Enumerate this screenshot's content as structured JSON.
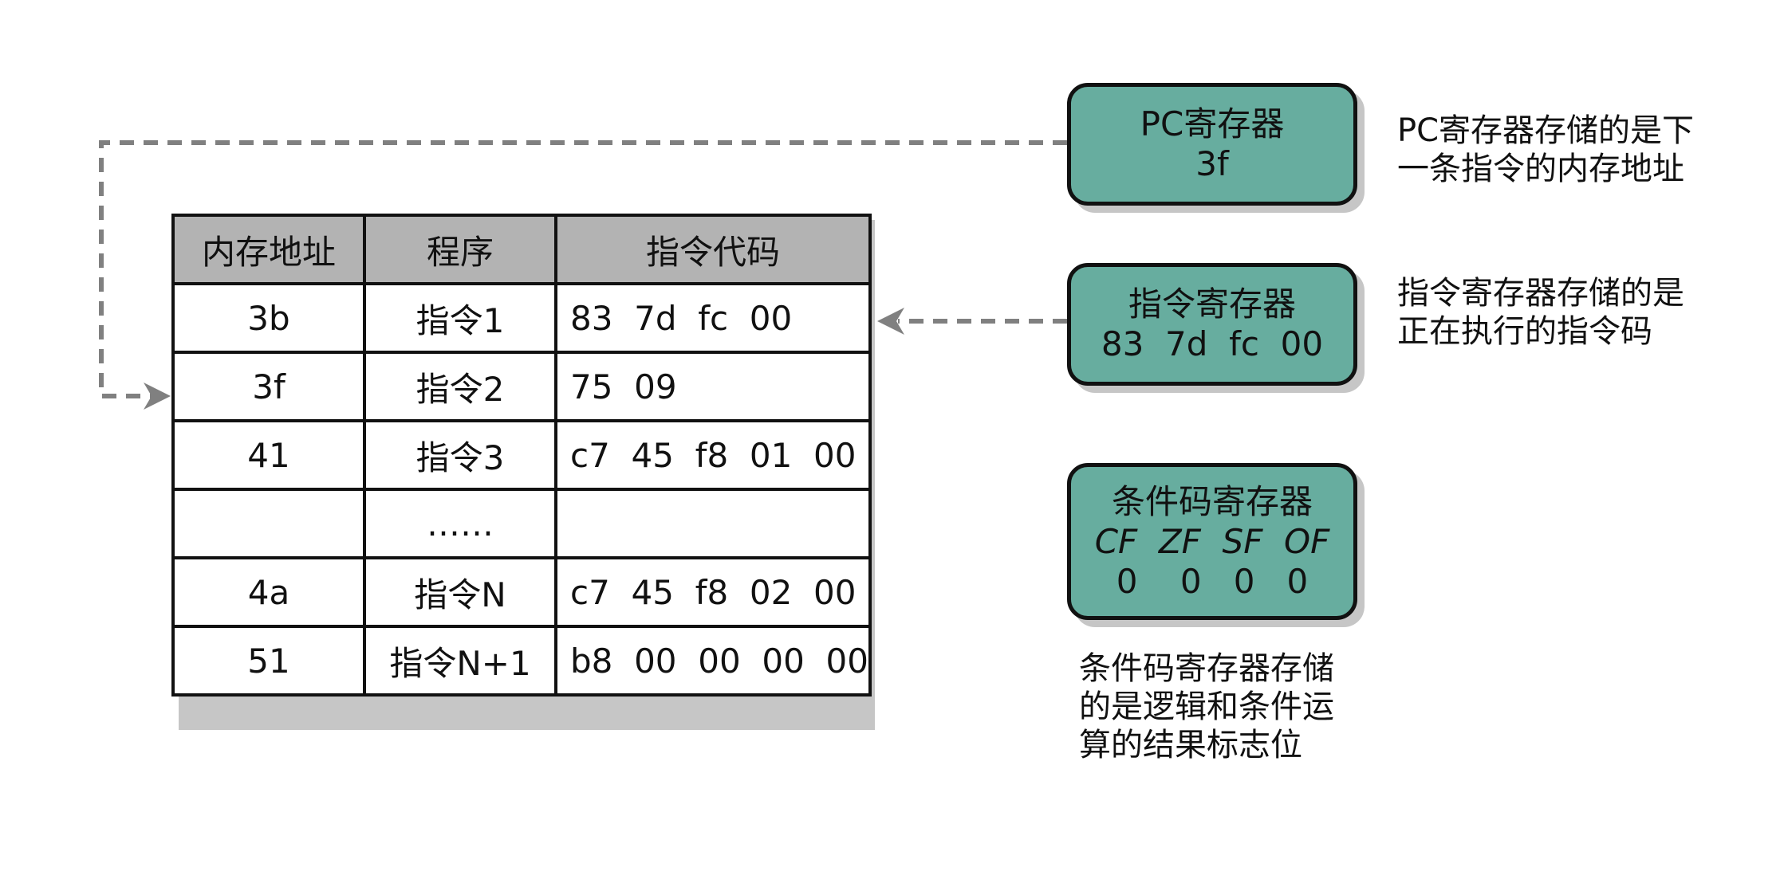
{
  "table": {
    "headers": [
      "内存地址",
      "程序",
      "指令代码"
    ],
    "rows": [
      [
        "3b",
        "指令1",
        "83  7d  fc  00"
      ],
      [
        "3f",
        "指令2",
        "75  09"
      ],
      [
        "41",
        "指令3",
        "c7  45  f8  01  00"
      ],
      [
        "",
        "……",
        ""
      ],
      [
        "4a",
        "指令N",
        "c7  45  f8  02  00"
      ],
      [
        "51",
        "指令N+1",
        "b8  00  00  00  00"
      ]
    ]
  },
  "registers": {
    "pc": {
      "name": "PC寄存器",
      "value": "3f"
    },
    "instruction": {
      "name": "指令寄存器",
      "value": "83  7d  fc  00"
    },
    "flags": {
      "name": "条件码寄存器",
      "labels": "CF  ZF  SF  OF",
      "values": "0    0   0   0"
    }
  },
  "notes": {
    "pc": [
      "PC寄存器存储的是下",
      "一条指令的内存地址"
    ],
    "instruction": [
      "指令寄存器存储的是",
      "正在执行的指令码"
    ],
    "flags": [
      "条件码寄存器存储",
      "的是逻辑和条件运",
      "算的结果标志位"
    ]
  },
  "colors": {
    "register_fill": "#67ad9f",
    "header_fill": "#b3b3b3",
    "arrow": "#808080"
  }
}
